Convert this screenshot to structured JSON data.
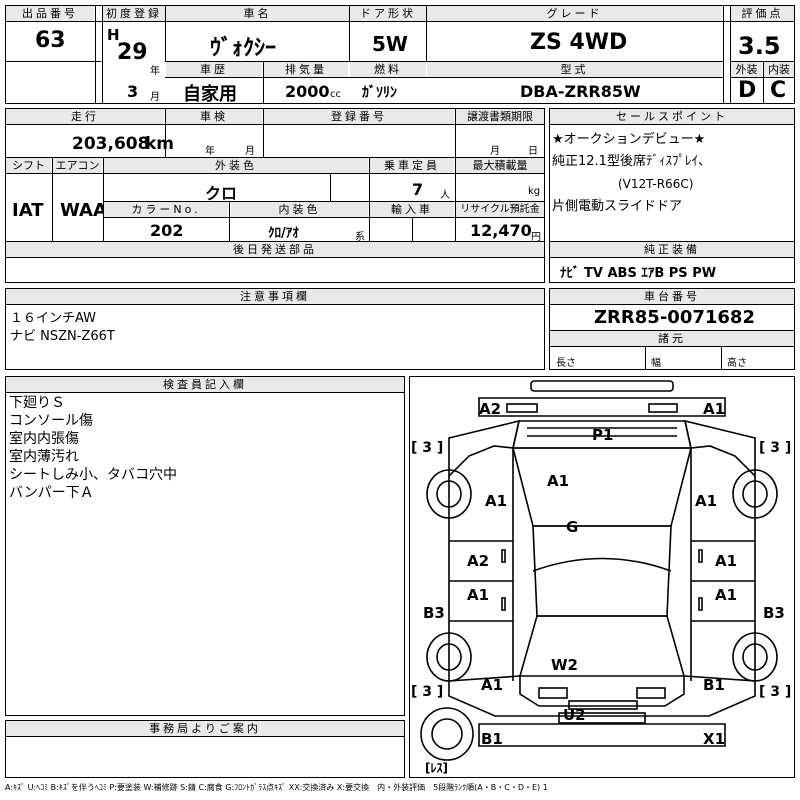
{
  "header": {
    "lot_no_label": "出品番号",
    "lot_no": "63",
    "first_reg_label": "初度登録",
    "era": "H",
    "year": "29",
    "year_unit": "年",
    "month": "3",
    "month_unit": "月",
    "car_name_label": "車名",
    "car_name": "ｳﾞｫｸｼｰ",
    "door_label": "ドア形状",
    "door": "5W",
    "grade_label": "グレード",
    "grade": "ZS 4WD",
    "score_label": "評価点",
    "score": "3.5",
    "history_label": "車歴",
    "history": "自家用",
    "displacement_label": "排気量",
    "displacement": "2000",
    "displacement_unit": "cc",
    "fuel_label": "燃料",
    "fuel": "ｶﾞｿﾘﾝ",
    "model_code_label": "型式",
    "model_code": "DBA-ZRR85W",
    "exterior_label": "外装",
    "exterior": "D",
    "interior_label": "内装",
    "interior": "C"
  },
  "row2": {
    "mileage_label": "走行",
    "mileage": "203,608",
    "mileage_unit": "km",
    "inspection_label": "車検",
    "inspection_year_unit": "年",
    "inspection_month_unit": "月",
    "plate_label": "登録番号",
    "transfer_label": "譲渡書類期限",
    "transfer_month_unit": "月",
    "transfer_day_unit": "日",
    "shift_label": "シフト",
    "shift": "IAT",
    "ac_label": "エアコン",
    "ac": "WAA",
    "ext_color_label": "外装色",
    "ext_color": "クロ",
    "capacity_label": "乗車定員",
    "capacity": "7",
    "capacity_unit": "人",
    "max_load_label": "最大積載量",
    "max_load_unit": "kg",
    "color_no_label": "カラーNo.",
    "color_no": "202",
    "int_color_label": "内装色",
    "int_color": "ｸﾛ/ｱｵ",
    "int_color_suffix": "系",
    "import_label": "輸入車",
    "recycle_label": "リサイクル預託金",
    "recycle": "12,470",
    "recycle_unit": "円",
    "later_parts_label": "後日発送部品"
  },
  "sales": {
    "label": "セールスポイント",
    "lines": [
      "★オークションデビュー★",
      "純正12.1型後席ﾃﾞｨｽﾌﾟﾚｲ、",
      "(V12T-R66C)",
      "片側電動スライドドア"
    ]
  },
  "equipment": {
    "label": "純正装備",
    "value": "ﾅﾋﾞ  TV  ABS ｴｱB PS PW"
  },
  "notes": {
    "label": "注意事項欄",
    "lines": [
      "１６インチAW",
      "ナビ NSZN-Z66T"
    ]
  },
  "chassis": {
    "label": "車台番号",
    "value": "ZRR85-0071682",
    "spec_label": "諸元",
    "length_label": "長さ",
    "width_label": "幅",
    "height_label": "高さ"
  },
  "inspector": {
    "label": "検査員記入欄",
    "lines": [
      "下廻りＳ",
      "コンソール傷",
      "室内内張傷",
      "室内薄汚れ",
      "シートしみ小、タバコ穴中",
      "バンパー下Ａ"
    ]
  },
  "office": {
    "label": "事務局よりご案内"
  },
  "diagram": {
    "marks": {
      "front_left": "A2",
      "front_right": "A1",
      "hood": "P1",
      "windshield": "A1",
      "front_fender_left": "A1",
      "front_fender_right": "A1",
      "roof": "G",
      "front_door_left": "A2",
      "front_door_right": "A1",
      "rear_door_left": "A1",
      "rear_door_right": "A1",
      "sill_left": "B3",
      "sill_right": "B3",
      "rear_glass": "W2",
      "rear_quarter_left": "A1",
      "rear_quarter_right": "B1",
      "bumper_rear": "U2",
      "rear_left": "B1",
      "rear_right": "X1"
    },
    "tire_front_left": "[ 3 ]",
    "tire_front_right": "[ 3 ]",
    "tire_rear_left": "[ 3 ]",
    "tire_rear_right": "[ 3 ]",
    "spare": "[ﾚｽ]"
  },
  "legend": "A:ｷｽﾞ U:ﾍｺﾐ B:ｷｽﾞを伴うﾍｺﾐ P:要塗装 W:補修跡 S:錆 C:腐食 G:ﾌﾛﾝﾄｶﾞﾗｽ点ｷｽﾞ XX:交換済み X:要交換　内・外装評価　5段階ﾗﾝｸ順(A・B・C・D・E) 1"
}
